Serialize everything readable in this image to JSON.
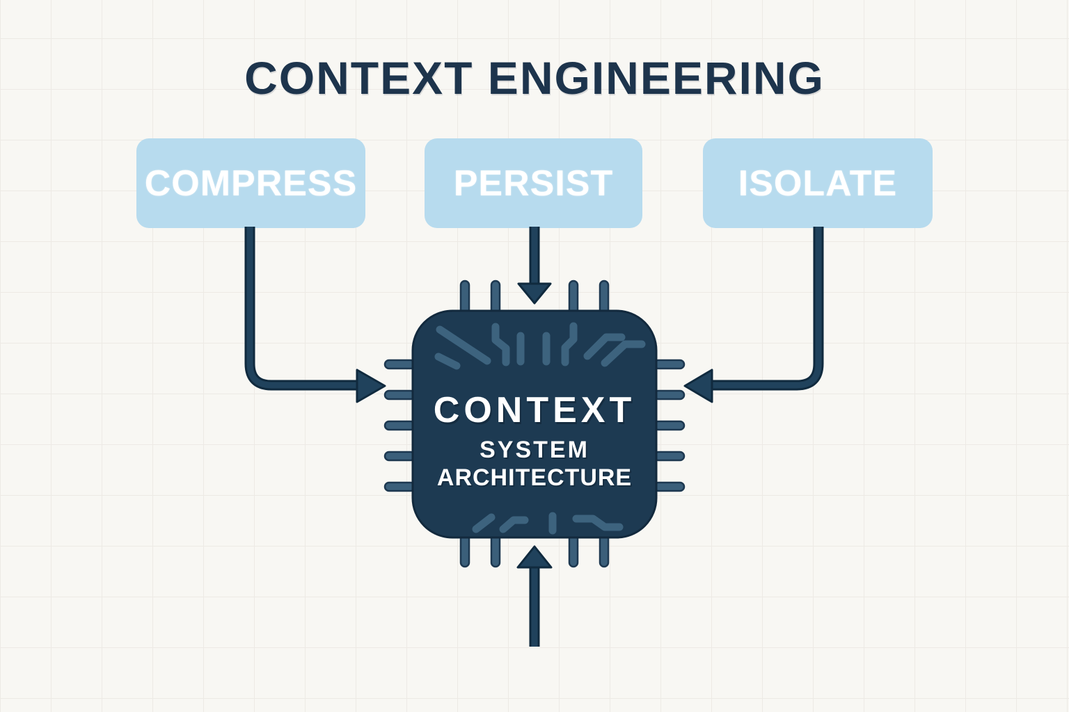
{
  "title": "CONTEXT ENGINEERING",
  "boxes": [
    {
      "label": "COMPRESS"
    },
    {
      "label": "PERSIST"
    },
    {
      "label": "ISOLATE"
    }
  ],
  "chip": {
    "line1": "CONTEXT",
    "line2": "SYSTEM",
    "line3": "ARCHITECTURE"
  },
  "icons": {
    "chip": "microchip-icon",
    "arrows": [
      "right-arrow-icon",
      "down-arrow-icon",
      "left-arrow-icon",
      "up-arrow-icon"
    ]
  },
  "colors": {
    "background": "#f8f7f3",
    "grid_line": "#edeae5",
    "title_text": "#1d344c",
    "box_fill": "#b7dbee",
    "box_text": "#ffffff",
    "chip_fill": "#1d3a52",
    "chip_outline": "#12293d",
    "pin_fill": "#3b5f7a",
    "pin_outline": "#1d3850",
    "trace": "#3d637e",
    "arrow_fill": "#20425c",
    "arrow_outline": "#102a3e"
  }
}
